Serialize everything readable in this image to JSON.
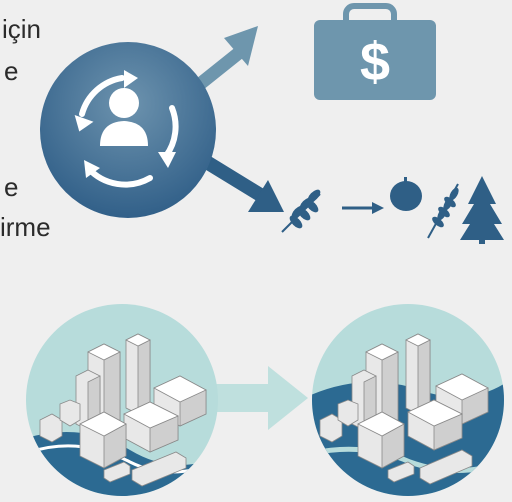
{
  "text_fragments": [
    "için",
    "e",
    "e",
    "irme"
  ],
  "colors": {
    "background": "#efefef",
    "steel_blue": "#6e96ad",
    "dark_blue": "#2f5f86",
    "sea_blue": "#2c6a92",
    "light_teal": "#b7dcdb",
    "arrow_teal": "#bfe0de"
  },
  "icons": [
    "recycle-person-icon",
    "arrow-to-money-icon",
    "money-bag-icon",
    "arrow-to-crops-icon",
    "wheat-icon",
    "small-arrow-icon",
    "fruit-icon",
    "wheat-icon",
    "pine-tree-icon",
    "city-circle-icon",
    "transition-arrow-icon",
    "city-circle-icon"
  ]
}
